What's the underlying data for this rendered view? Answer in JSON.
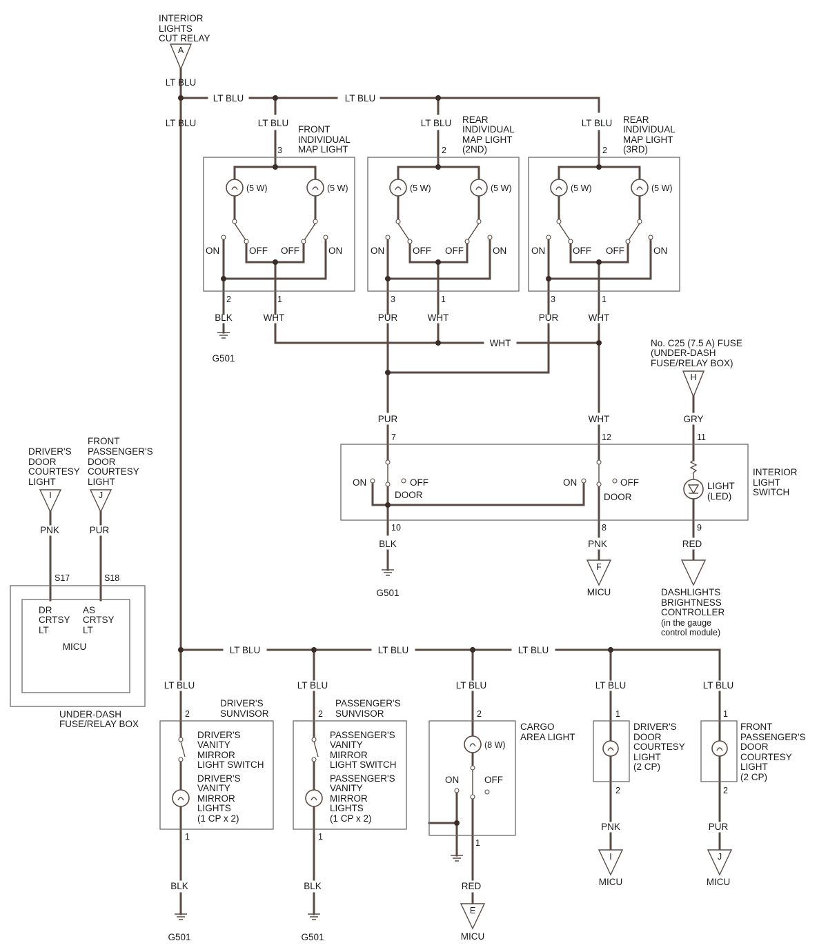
{
  "labels": {
    "relay_a": [
      "INTERIOR",
      "LIGHTS",
      "CUT RELAY"
    ],
    "lt_blu": "LT BLU",
    "front_map": [
      "FRONT",
      "INDIVIDUAL",
      "MAP LIGHT"
    ],
    "rear_map_2nd": [
      "REAR",
      "INDIVIDUAL",
      "MAP LIGHT",
      "(2ND)"
    ],
    "rear_map_3rd": [
      "REAR",
      "INDIVIDUAL",
      "MAP LIGHT",
      "(3RD)"
    ],
    "bulb_5w": "(5 W)",
    "on": "ON",
    "off": "OFF",
    "door": "DOOR",
    "blk": "BLK",
    "wht": "WHT",
    "pur": "PUR",
    "pnk": "PNK",
    "gry": "GRY",
    "red": "RED",
    "g501": "G501",
    "micu": "MICU",
    "fuse": [
      "No. C25 (7.5 A) FUSE",
      "(UNDER-DASH",
      "FUSE/RELAY BOX)"
    ],
    "interior_switch": [
      "INTERIOR",
      "LIGHT",
      "SWITCH"
    ],
    "light_led": [
      "LIGHT",
      "(LED)"
    ],
    "dashlights": [
      "DASHLIGHTS",
      "BRIGHTNESS",
      "CONTROLLER",
      "(in the gauge",
      "control module)"
    ],
    "drv_door_courtesy": [
      "DRIVER'S",
      "DOOR",
      "COURTESY",
      "LIGHT"
    ],
    "fp_door_courtesy": [
      "FRONT",
      "PASSENGER'S",
      "DOOR",
      "COURTESY",
      "LIGHT"
    ],
    "micu_box": {
      "dr": [
        "DR",
        "CRTSY",
        "LT"
      ],
      "as": [
        "AS",
        "CRTSY",
        "LT"
      ],
      "name": "MICU",
      "box_label": [
        "UNDER-DASH",
        "FUSE/RELAY BOX"
      ],
      "s17": "S17",
      "s18": "S18"
    },
    "drv_sunvisor": [
      "DRIVER'S",
      "SUNVISOR"
    ],
    "pass_sunvisor": [
      "PASSENGER'S",
      "SUNVISOR"
    ],
    "drv_vanity_switch": [
      "DRIVER'S",
      "VANITY",
      "MIRROR",
      "LIGHT SWITCH"
    ],
    "drv_vanity_lights": [
      "DRIVER'S",
      "VANITY",
      "MIRROR",
      "LIGHTS",
      "(1 CP x 2)"
    ],
    "pass_vanity_switch": [
      "PASSENGER'S",
      "VANITY",
      "MIRROR",
      "LIGHT SWITCH"
    ],
    "pass_vanity_lights": [
      "PASSENGER'S",
      "VANITY",
      "MIRROR",
      "LIGHTS",
      "(1 CP x 2)"
    ],
    "cargo": [
      "CARGO",
      "AREA LIGHT"
    ],
    "bulb_8w": "(8 W)",
    "drv_door_light_2cp": [
      "DRIVER'S",
      "DOOR",
      "COURTESY",
      "LIGHT",
      "(2 CP)"
    ],
    "fp_door_light_2cp": [
      "FRONT",
      "PASSENGER'S",
      "DOOR",
      "COURTESY",
      "LIGHT",
      "(2 CP)"
    ]
  },
  "connectors": {
    "A": "A",
    "H": "H",
    "I": "I",
    "J": "J",
    "F": "F",
    "E": "E"
  },
  "pins": {
    "p1": "1",
    "p2": "2",
    "p3": "3",
    "p7": "7",
    "p8": "8",
    "p9": "9",
    "p10": "10",
    "p11": "11",
    "p12": "12"
  }
}
